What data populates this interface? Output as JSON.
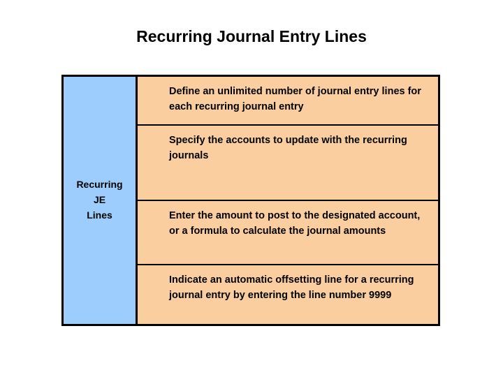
{
  "slide": {
    "title": "Recurring Journal Entry Lines",
    "colors": {
      "label_cell_fill": "#9CCDFC",
      "content_cell_fill": "#FACE9E",
      "border": "#000000",
      "text": "#000000",
      "background": "#FFFFFF"
    },
    "diagram": {
      "label": {
        "lines": [
          "Recurring",
          "JE",
          "Lines"
        ],
        "full_text": "Recurring JE Lines"
      },
      "rows": [
        {
          "text": "Define an unlimited number of journal entry lines for each recurring journal entry"
        },
        {
          "text": "Specify the accounts to update with the recurring journals"
        },
        {
          "text": "Enter the amount to post to the designated account, or a formula to calculate the journal amounts"
        },
        {
          "text": "Indicate an automatic offsetting line for a recurring journal entry by entering the line number 9999"
        }
      ]
    }
  }
}
